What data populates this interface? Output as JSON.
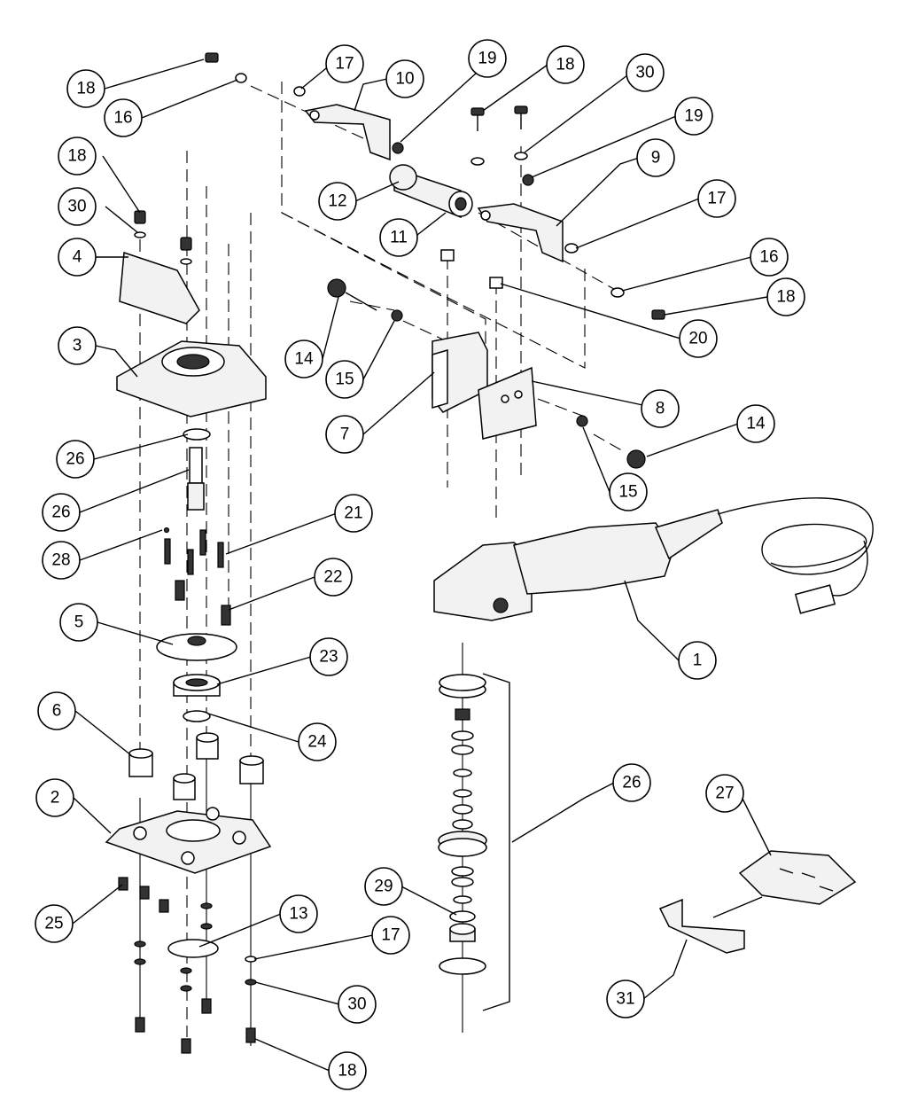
{
  "diagram": {
    "balloons": [
      {
        "id": "b18a",
        "label": "18"
      },
      {
        "id": "b16a",
        "label": "16"
      },
      {
        "id": "b17a",
        "label": "17"
      },
      {
        "id": "b10",
        "label": "10"
      },
      {
        "id": "b19a",
        "label": "19"
      },
      {
        "id": "b18b",
        "label": "18"
      },
      {
        "id": "b30a",
        "label": "30"
      },
      {
        "id": "b19b",
        "label": "19"
      },
      {
        "id": "b9",
        "label": "9"
      },
      {
        "id": "b17b",
        "label": "17"
      },
      {
        "id": "b16b",
        "label": "16"
      },
      {
        "id": "b18c",
        "label": "18"
      },
      {
        "id": "b20",
        "label": "20"
      },
      {
        "id": "b12",
        "label": "12"
      },
      {
        "id": "b11",
        "label": "11"
      },
      {
        "id": "b18d",
        "label": "18"
      },
      {
        "id": "b30b",
        "label": "30"
      },
      {
        "id": "b4",
        "label": "4"
      },
      {
        "id": "b3",
        "label": "3"
      },
      {
        "id": "b14a",
        "label": "14"
      },
      {
        "id": "b15a",
        "label": "15"
      },
      {
        "id": "b7",
        "label": "7"
      },
      {
        "id": "b8",
        "label": "8"
      },
      {
        "id": "b14b",
        "label": "14"
      },
      {
        "id": "b15b",
        "label": "15"
      },
      {
        "id": "b26a",
        "label": "26"
      },
      {
        "id": "b26b",
        "label": "26"
      },
      {
        "id": "b21",
        "label": "21"
      },
      {
        "id": "b28",
        "label": "28"
      },
      {
        "id": "b22",
        "label": "22"
      },
      {
        "id": "b5",
        "label": "5"
      },
      {
        "id": "b23",
        "label": "23"
      },
      {
        "id": "b1",
        "label": "1"
      },
      {
        "id": "b6",
        "label": "6"
      },
      {
        "id": "b24",
        "label": "24"
      },
      {
        "id": "b26c",
        "label": "26"
      },
      {
        "id": "b2",
        "label": "2"
      },
      {
        "id": "b27",
        "label": "27"
      },
      {
        "id": "b29",
        "label": "29"
      },
      {
        "id": "b25",
        "label": "25"
      },
      {
        "id": "b13",
        "label": "13"
      },
      {
        "id": "b17c",
        "label": "17"
      },
      {
        "id": "b30c",
        "label": "30"
      },
      {
        "id": "b31",
        "label": "31"
      },
      {
        "id": "b18e",
        "label": "18"
      }
    ]
  }
}
